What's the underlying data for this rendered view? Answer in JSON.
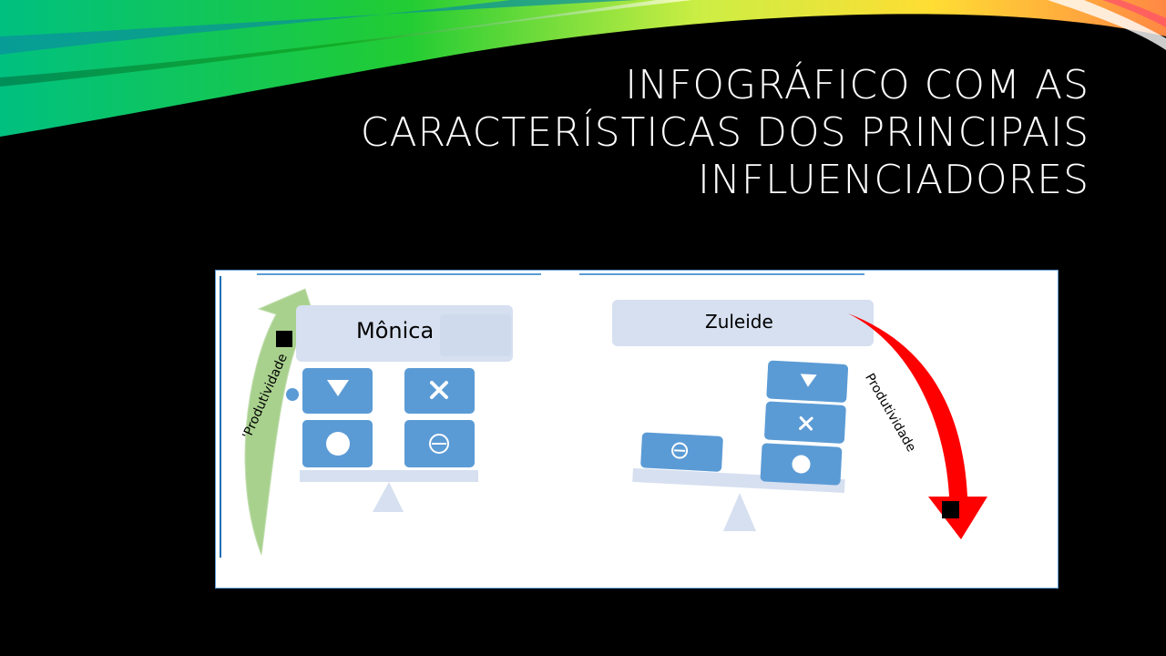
{
  "slide": {
    "title_lines": [
      "INFOGRÁFICO COM AS",
      "CARACTERÍSTICAS DOS PRINCIPAIS",
      "INFLUENCIADORES"
    ],
    "colors": {
      "background": "#000000",
      "box_blue": "#5b9bd5",
      "label_bg": "#d6e0f0",
      "up_arrow": "#a9d18e",
      "down_arrow": "#ff0000"
    }
  },
  "diagram": {
    "left": {
      "name": "Mônica",
      "arrow_label": "Produtividade",
      "arrow_prefix": "'",
      "icons": [
        "triangle-down-icon",
        "close-x-icon",
        "circle-icon",
        "minus-circle-icon"
      ]
    },
    "right": {
      "name": "Zuleide",
      "arrow_label": "Produtividade",
      "icons": [
        "minus-circle-icon",
        "triangle-down-icon",
        "close-x-icon",
        "circle-icon"
      ]
    }
  }
}
